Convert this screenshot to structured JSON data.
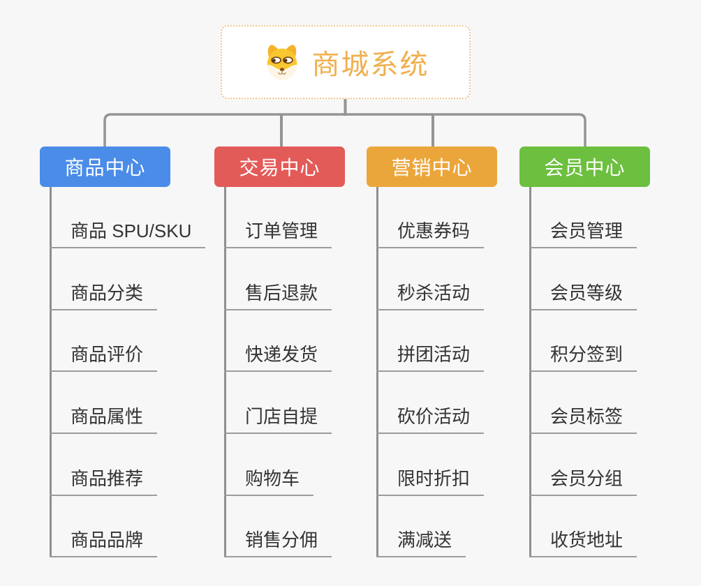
{
  "page": {
    "background_color": "#f7f7f7"
  },
  "root": {
    "label": "商城系统",
    "text_color": "#f0b04e",
    "border_color": "#f2c88b",
    "icon": "shiba-dog-face-icon"
  },
  "connectors": {
    "line_color": "#949494",
    "trunk_color": "#8f8f8f",
    "underline_color": "#9c9c9c"
  },
  "child_text_color": "#333333",
  "branches": [
    {
      "label": "商品中心",
      "color": "#4a8ce8",
      "items": [
        "商品 SPU/SKU",
        "商品分类",
        "商品评价",
        "商品属性",
        "商品推荐",
        "商品品牌"
      ]
    },
    {
      "label": "交易中心",
      "color": "#e35b58",
      "items": [
        "订单管理",
        "售后退款",
        "快递发货",
        "门店自提",
        "购物车",
        "销售分佣"
      ]
    },
    {
      "label": "营销中心",
      "color": "#eba63b",
      "items": [
        "优惠券码",
        "秒杀活动",
        "拼团活动",
        "砍价活动",
        "限时折扣",
        "满减送"
      ]
    },
    {
      "label": "会员中心",
      "color": "#6cbf3f",
      "items": [
        "会员管理",
        "会员等级",
        "积分签到",
        "会员标签",
        "会员分组",
        "收货地址"
      ]
    }
  ]
}
